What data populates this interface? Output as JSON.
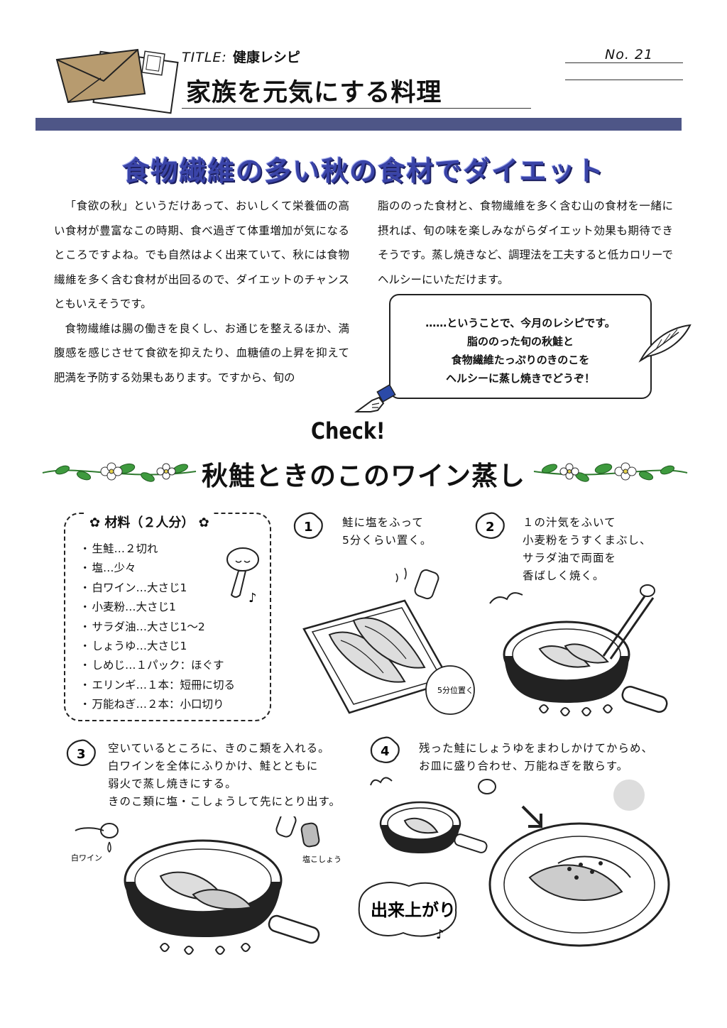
{
  "header": {
    "title_label": "TITLE:",
    "series": "健康レシピ",
    "title": "家族を元気にする料理",
    "number": "No. 21"
  },
  "headline": "食物繊維の多い秋の食材でダイエット",
  "intro": {
    "col1": [
      "「食欲の秋」というだけあって、おいしくて栄養価の高い食材が豊富なこの時期、食べ過ぎて体重増加が気になるところですよね。でも自然はよく出来ていて、秋には食物繊維を多く含む食材が出回るので、ダイエットのチャンスともいえそうです。",
      "食物繊維は腸の働きを良くし、お通じを整えるほか、満腹感を感じさせて食欲を抑えたり、血糖値の上昇を抑えて肥満を予防する効果もあります。ですから、旬の"
    ],
    "col2": "脂ののった食材と、食物繊維を多く含む山の食材を一緒に摂れば、旬の味を楽しみながらダイエット効果も期待できそうです。蒸し焼きなど、調理法を工夫すると低カロリーでヘルシーにいただけます。"
  },
  "callout": {
    "lines": [
      "……ということで、今月のレシピです。",
      "脂ののった旬の秋鮭と",
      "食物繊維たっぷりのきのこを",
      "ヘルシーに蒸し焼きでどうぞ！"
    ]
  },
  "check": "Check!",
  "recipe_title": "秋鮭ときのこのワイン蒸し",
  "ingredients": {
    "title": "材料（２人分）",
    "items": [
      "生鮭…２切れ",
      "塩…少々",
      "白ワイン…大さじ1",
      "小麦粉…大さじ1",
      "サラダ油…大さじ1～2",
      "しょうゆ…大さじ1",
      "しめじ…１パック：ほぐす",
      "エリンギ…１本：短冊に切る",
      "万能ねぎ…２本：小口切り"
    ]
  },
  "steps": [
    {
      "num": "1",
      "text": "鮭に塩をふって\n5分くらい置く。"
    },
    {
      "num": "2",
      "text": "１の汁気をふいて\n小麦粉をうすくまぶし、\nサラダ油で両面を\n香ばしく焼く。"
    },
    {
      "num": "3",
      "text": "空いているところに、きのこ類を入れる。\n白ワインを全体にふりかけ、鮭とともに\n弱火で蒸し焼きにする。\nきのこ類に塩・こしょうして先にとり出す。"
    },
    {
      "num": "4",
      "text": "残った鮭にしょうゆをまわしかけてからめ、\nお皿に盛り合わせ、万能ねぎを散らす。"
    }
  ],
  "illustration_labels": {
    "wait": "5分位置く",
    "wine": "白ワイン",
    "salt_pepper": "塩こしょう",
    "done": "出来上がり"
  },
  "colors": {
    "band": "#4e5687",
    "headline": "#3a44a8",
    "vine": "#3e9a3e"
  },
  "icons": [
    "envelope-icon",
    "quill-icon",
    "pointing-hand-icon",
    "vine-decoration",
    "flower-icon",
    "music-note-icon"
  ]
}
